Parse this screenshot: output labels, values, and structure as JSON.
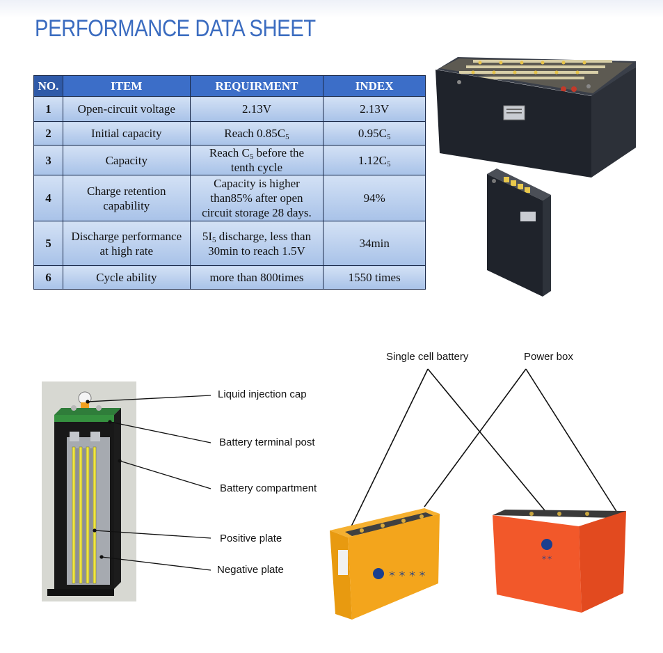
{
  "title": "PERFORMANCE DATA SHEET",
  "table": {
    "headers": [
      "NO.",
      "ITEM",
      "REQUIRMENT",
      "INDEX"
    ],
    "rows": [
      {
        "no": "1",
        "item": [
          "Open-circuit voltage"
        ],
        "req": [
          "2.13V"
        ],
        "index": "2.13V"
      },
      {
        "no": "2",
        "item": [
          "Initial capacity"
        ],
        "req": [
          "Reach 0.85C",
          "5"
        ],
        "index": [
          "0.95C",
          "5"
        ]
      },
      {
        "no": "3",
        "item": [
          "Capacity"
        ],
        "req": [
          "Reach C",
          "5",
          " before the",
          "tenth cycle"
        ],
        "index": [
          "1.12C",
          "5"
        ]
      },
      {
        "no": "4",
        "item": [
          "Charge retention",
          "capability"
        ],
        "req": [
          "Capacity is higher",
          "than85% after open",
          "circuit storage 28 days."
        ],
        "index": "94%"
      },
      {
        "no": "5",
        "item": [
          "Discharge performance",
          "at high rate"
        ],
        "req": [
          "5I",
          "5",
          " discharge, less than",
          "30min to reach 1.5V"
        ],
        "index": "34min"
      },
      {
        "no": "6",
        "item": [
          "Cycle ability"
        ],
        "req": [
          "more than 800times"
        ],
        "index": "1550 times"
      }
    ]
  },
  "cutaway_labels": {
    "cap": "Liquid injection cap",
    "terminal": "Battery terminal post",
    "compartment": "Battery compartment",
    "positive": "Positive plate",
    "negative": "Negative plate"
  },
  "box_labels": {
    "single_cell": "Single cell battery",
    "power_box": "Power box"
  },
  "colors": {
    "title": "#3b6cc0",
    "header_bg": "#3c6ec8",
    "cell_bg_top": "#d3e1f5",
    "cell_bg_bottom": "#a8c2e8",
    "yellow_box": "#f3a51c",
    "orange_box": "#f2582a"
  }
}
